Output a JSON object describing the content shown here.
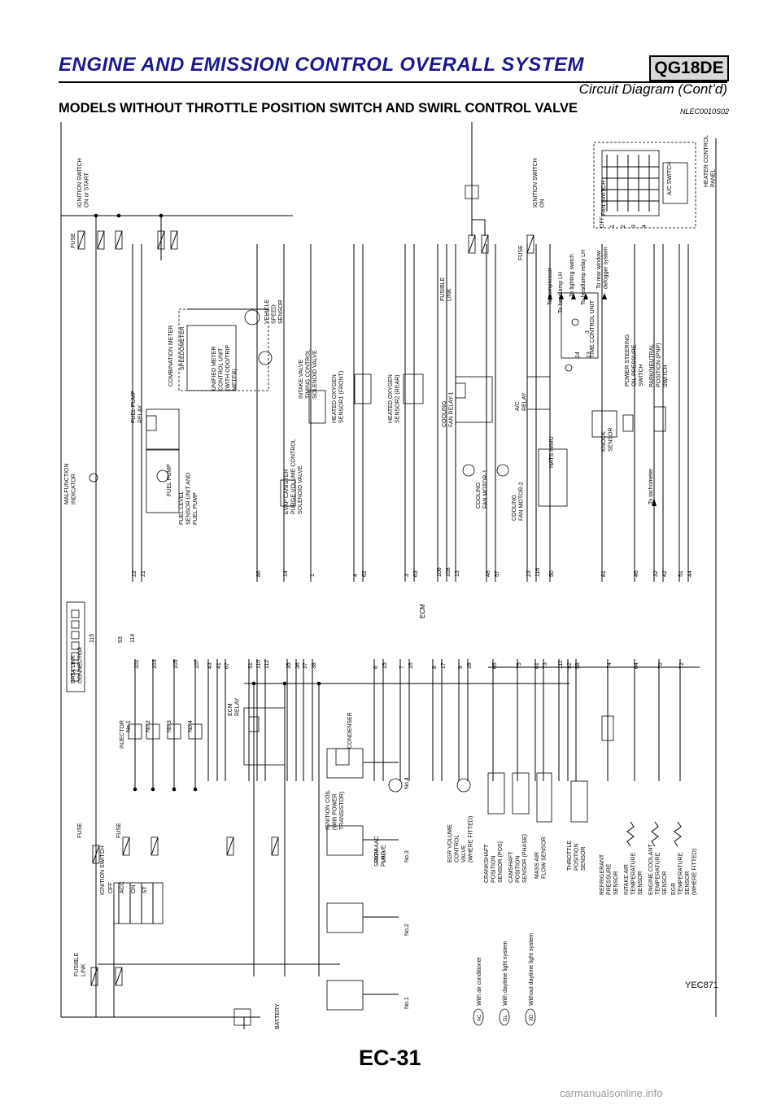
{
  "header": {
    "title": "ENGINE AND EMISSION CONTROL OVERALL SYSTEM",
    "badge": "QG18DE",
    "subtitle": "Circuit Diagram (Cont’d)"
  },
  "section": {
    "title": "MODELS WITHOUT THROTTLE POSITION SWITCH AND SWIRL CONTROL VALVE",
    "code": "NLEC0010S02"
  },
  "figure_code": "YEC871",
  "page_number": "EC-31",
  "footer": "carmanualsonline.info",
  "ecm_label": "ECM",
  "legend": [
    {
      "tag": "AC",
      "text": "With air conditioner"
    },
    {
      "tag": "DL",
      "text": "With daytime light system"
    },
    {
      "tag": "XD",
      "text": "Without daytime light system"
    }
  ],
  "top_components": [
    {
      "label": "IGNITION SWITCH\nON or START"
    },
    {
      "label": "FUSE"
    },
    {
      "label": "MALFUNCTION\nINDICATOR"
    },
    {
      "label": "FUEL PUMP\nRELAY"
    },
    {
      "label": "FUEL LEVEL\nSENSOR UNIT AND\nFUEL PUMP"
    },
    {
      "label": "FUEL PUMP"
    },
    {
      "label": "COMBINATION METER"
    },
    {
      "label": "SPEEDOMETER"
    },
    {
      "label": "UNIFIED METER\nCONTROL UNIT\n(WITH ODO/TRIP\nMETER)"
    },
    {
      "label": "VEHICLE\nSPEED\nSENSOR"
    },
    {
      "label": "EVAP CANISTER\nPURGE VOLUME CONTROL\nSOLENOID VALVE"
    },
    {
      "label": "INTAKE VALVE\nTIMING CONTROL\nSOLENOID VALVE"
    },
    {
      "label": "HEATED OXYGEN\nSENSOR1 (FRONT)"
    },
    {
      "label": "HEATED OXYGEN\nSENSOR2 (REAR)"
    },
    {
      "label": "FUSIBLE\nLINK"
    },
    {
      "label": "COOLING\nFAN RELAY-1"
    },
    {
      "label": "COOLING\nFAN MOTOR-1"
    },
    {
      "label": "COOLING\nFAN MOTOR-2"
    },
    {
      "label": "IGNITION SWITCH\nON"
    },
    {
      "label": "FUSE"
    },
    {
      "label": "A/C\nRELAY"
    },
    {
      "label": "NATS IMMU"
    },
    {
      "label": "KNOCK\nSENSOR"
    },
    {
      "label": "TIME CONTROL UNIT"
    },
    {
      "label": "To compressor"
    },
    {
      "label": "To headlamp LH"
    },
    {
      "label": "To lighting switch"
    },
    {
      "label": "To headlamp relay LH"
    },
    {
      "label": "To rear window\ndefogger system"
    },
    {
      "label": "POWER STEERING\nOIL PRESSURE\nSWITCH"
    },
    {
      "label": "PARK/NEUTRAL\nPOSITION (PNP)\nSWITCH"
    },
    {
      "label": "To tachometer"
    },
    {
      "label": "FAN SWITCH"
    },
    {
      "label": "A/C SWITCH"
    },
    {
      "label": "HEATER CONTROL\nPANEL"
    }
  ],
  "fan_switch_positions": [
    "OFF",
    "1",
    "2",
    "3",
    "4"
  ],
  "time_control_pins": [
    "14",
    "13",
    "3"
  ],
  "bottom_components": [
    {
      "label": "DATA LINK\nCONNECTOR"
    },
    {
      "label": "FUSE"
    },
    {
      "label": "FUSE"
    },
    {
      "label": "IGNITION SWITCH"
    },
    {
      "label": "FUSIBLE\nLINK"
    },
    {
      "label": "BATTERY"
    },
    {
      "label": "INJECTOR"
    },
    {
      "label": "No.1"
    },
    {
      "label": "No.2"
    },
    {
      "label": "No.3"
    },
    {
      "label": "No.4"
    },
    {
      "label": "ECM\nRELAY"
    },
    {
      "label": "CONDENSER"
    },
    {
      "label": "IGNITION COIL\n(With POWER\nTRANSISTOR)"
    },
    {
      "label": "SPARK\nPLUG"
    },
    {
      "label": "IACV-AAC\nVALVE"
    },
    {
      "label": "EGR VOLUME\nCONTROL\nVALVE\n(WHERE FITTED)"
    },
    {
      "label": "CRANKSHAFT\nPOSITION\nSENSOR (POS)"
    },
    {
      "label": "CAMSHAFT\nPOSITION\nSENSOR (PHASE)"
    },
    {
      "label": "MASS AIR\nFLOW SENSOR"
    },
    {
      "label": "THROTTLE\nPOSITION\nSENSOR"
    },
    {
      "label": "REFRIGERANT\nPRESSURE\nSENSOR"
    },
    {
      "label": "INTAKE AIR\nTEMPERATURE\nSENSOR"
    },
    {
      "label": "ENGINE COOLANT\nTEMPERATURE\nSENSOR"
    },
    {
      "label": "EGR\nTEMPERATURE\nSENSOR\n(WHERE FITTED)"
    }
  ],
  "ignition_switch_positions": [
    "OFF",
    "ACC",
    "ON",
    "ST"
  ],
  "plug_labels": [
    "No.1",
    "No.2",
    "No.3",
    "No.4"
  ],
  "dlc_pins": [
    "115",
    "93",
    "114"
  ],
  "ecm_top_pins": [
    "22",
    "21",
    "86",
    "14",
    "1",
    "4",
    "62",
    "3",
    "63",
    "106",
    "108",
    "13",
    "48",
    "57",
    "23",
    "116",
    "50",
    "81",
    "46",
    "32",
    "42",
    "51",
    "44"
  ],
  "ecm_bottom_pins": [
    "101",
    "103",
    "105",
    "107",
    "43",
    "41",
    "67",
    "31",
    "110",
    "112",
    "35",
    "36",
    "37",
    "38",
    "6",
    "15",
    "7",
    "16",
    "8",
    "17",
    "9",
    "18",
    "65",
    "75",
    "61",
    "73",
    "111",
    "92",
    "58",
    "74",
    "64",
    "70",
    "72"
  ]
}
